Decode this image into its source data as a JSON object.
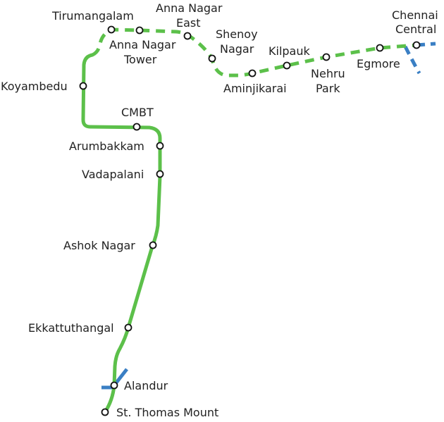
{
  "map": {
    "colors": {
      "green_line": "#5cc04a",
      "blue_line": "#3a7fc4",
      "station_fill": "#ffffff",
      "station_stroke": "#111111",
      "label": "#222222"
    },
    "green_line": {
      "elevated_section": [
        "Koyambedu",
        "CMBT",
        "Arumbakkam",
        "Vadapalani",
        "Ashok Nagar",
        "Ekkattuthangal",
        "Alandur",
        "St. Thomas Mount"
      ],
      "underground_section": [
        "Tirumangalam",
        "Anna Nagar Tower",
        "Anna Nagar East",
        "Shenoy Nagar",
        "Aminjikarai",
        "Kilpauk",
        "Nehru Park",
        "Egmore",
        "Chennai Central"
      ]
    },
    "stations": {
      "tirumangalam": "Tirumangalam",
      "anna_nagar_tower_1": "Anna Nagar",
      "anna_nagar_tower_2": "Tower",
      "anna_nagar_east_1": "Anna Nagar",
      "anna_nagar_east_2": "East",
      "shenoy_nagar_1": "Shenoy",
      "shenoy_nagar_2": "Nagar",
      "aminjikarai": "Aminjikarai",
      "kilpauk": "Kilpauk",
      "nehru_park_1": "Nehru",
      "nehru_park_2": "Park",
      "egmore": "Egmore",
      "chennai_central_1": "Chennai",
      "chennai_central_2": "Central",
      "koyambedu": "Koyambedu",
      "cmbt": "CMBT",
      "arumbakkam": "Arumbakkam",
      "vadapalani": "Vadapalani",
      "ashok_nagar": "Ashok Nagar",
      "ekkattuthangal": "Ekkattuthangal",
      "alandur": "Alandur",
      "st_thomas_mount": "St. Thomas Mount"
    }
  }
}
